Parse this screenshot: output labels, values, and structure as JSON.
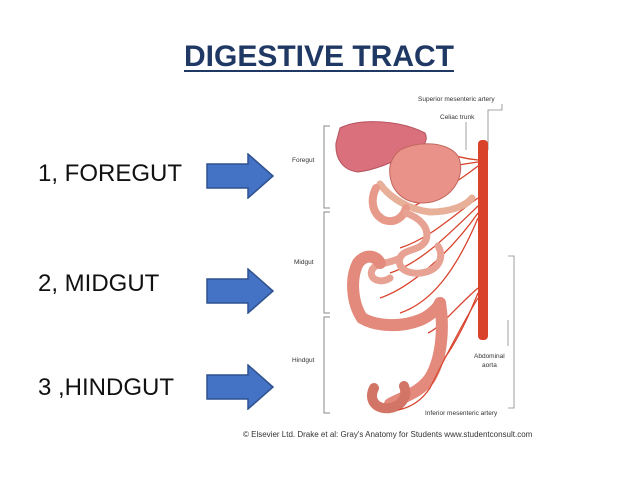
{
  "title": "DIGESTIVE TRACT",
  "sections": [
    {
      "label": "1, FOREGUT"
    },
    {
      "label": "2, MIDGUT"
    },
    {
      "label": "3 ,HINDGUT"
    }
  ],
  "figure": {
    "labels": {
      "superior_mesenteric_artery": "Superior mesenteric artery",
      "celiac_trunk": "Celiac trunk",
      "foregut": "Foregut",
      "midgut": "Midgut",
      "hindgut": "Hindgut",
      "abdominal_aorta_1": "Abdominal",
      "abdominal_aorta_2": "aorta",
      "inferior_mesenteric_artery": "Inferior mesenteric artery"
    },
    "credit": "© Elsevier Ltd. Drake et al: Gray's Anatomy for Students www.studentconsult.com"
  },
  "colors": {
    "title": "#1f3864",
    "arrow_fill": "#4472c4",
    "arrow_stroke": "#2f528f",
    "artery": "#d9432c",
    "organ": "#e8928a"
  }
}
